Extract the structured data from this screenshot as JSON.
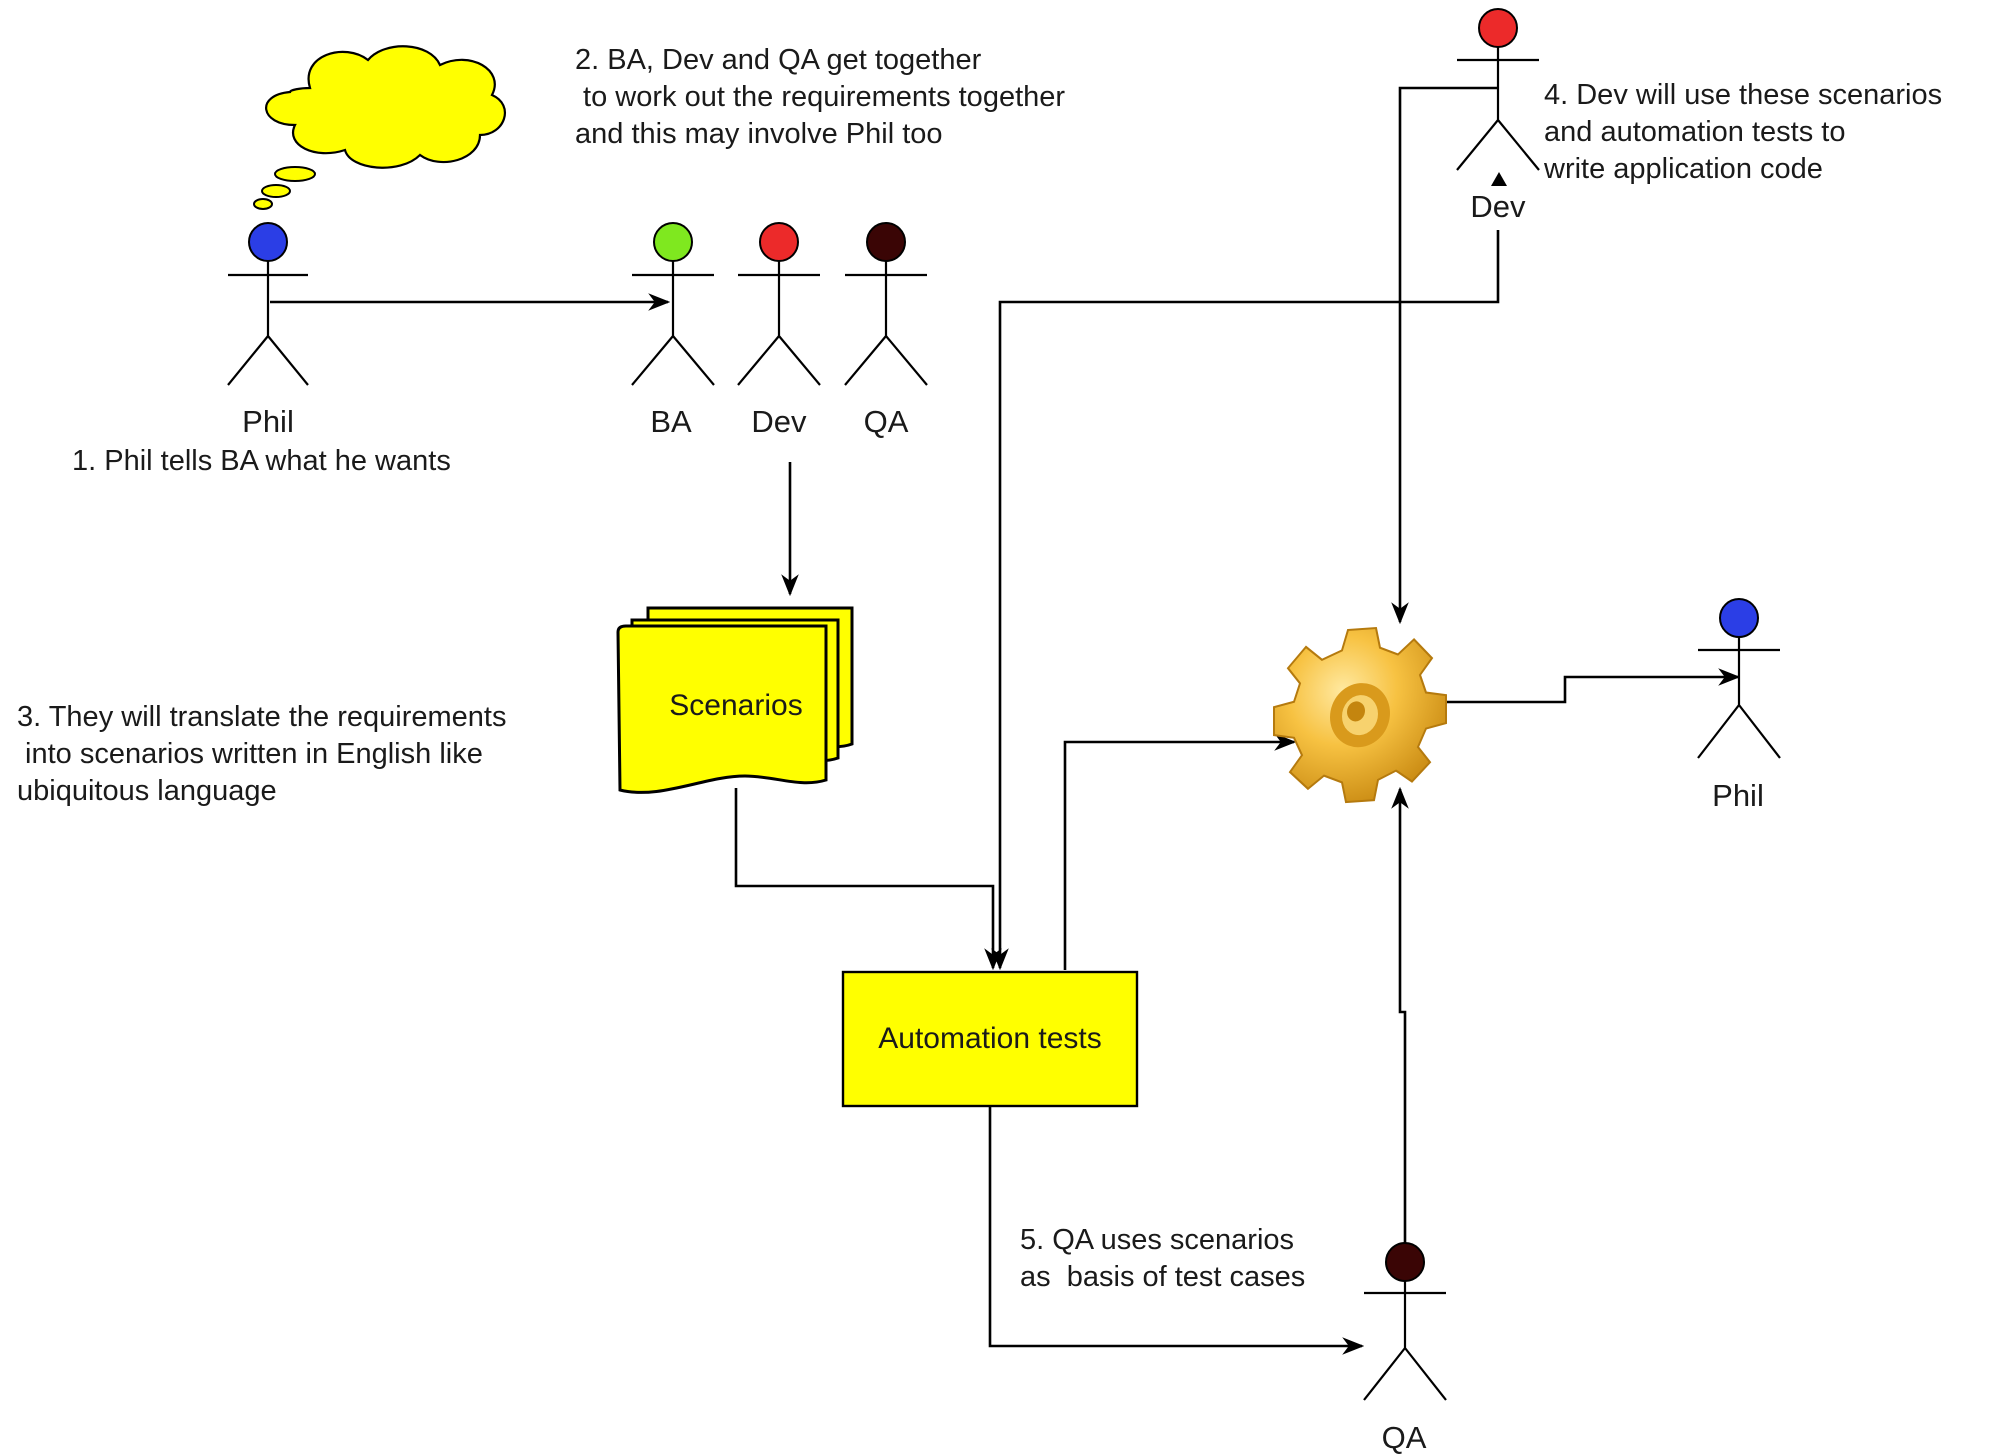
{
  "actors": {
    "phil_left": {
      "name": "Phil",
      "head_color": "#2b3ee6"
    },
    "ba": {
      "name": "BA",
      "head_color": "#7fe81f"
    },
    "dev": {
      "name": "Dev",
      "head_color": "#ec2a2a"
    },
    "qa": {
      "name": "QA",
      "head_color": "#3a0505"
    },
    "dev_top": {
      "name": "Dev",
      "head_color": "#ec2a2a"
    },
    "phil_right": {
      "name": "Phil",
      "head_color": "#2b3ee6"
    },
    "qa_bottom": {
      "name": "QA",
      "head_color": "#3a0505"
    }
  },
  "nodes": {
    "scenarios": "Scenarios",
    "automation_tests": "Automation tests",
    "application": {
      "icon": "gear-icon",
      "color": "#f2b530"
    },
    "thought": {
      "icon": "thought-cloud",
      "color": "#ffff00"
    }
  },
  "notes": {
    "step1": [
      "1. Phil tells BA what he wants"
    ],
    "step2": [
      "2. BA, Dev and QA get together",
      " to work out the requirements together",
      "and this may involve Phil too"
    ],
    "step3": [
      "3. They will translate the requirements",
      " into scenarios written in English like",
      "ubiquitous language"
    ],
    "step4": [
      "4. Dev will use these scenarios",
      "and automation tests to",
      "write application code"
    ],
    "step5": [
      "5. QA uses scenarios",
      "as  basis of test cases"
    ]
  },
  "colors": {
    "box_fill": "#ffff00",
    "line": "#000000"
  }
}
